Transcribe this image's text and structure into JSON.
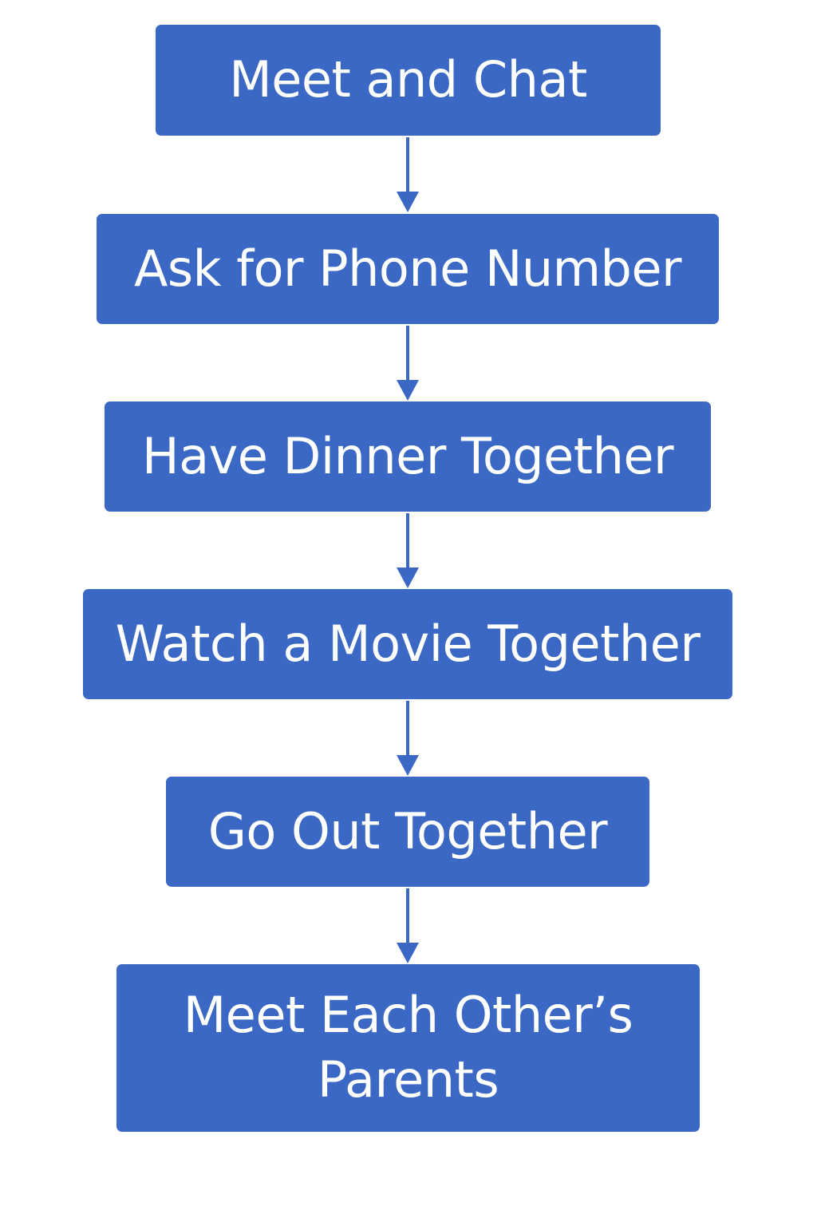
{
  "colors": {
    "box_fill": "#3a68c4",
    "box_text": "#ffffff",
    "arrow": "#3a68c4",
    "background": "#ffffff"
  },
  "flowchart": {
    "steps": [
      {
        "label": "Meet and Chat"
      },
      {
        "label": "Ask for Phone Number"
      },
      {
        "label": "Have Dinner Together"
      },
      {
        "label": "Watch a Movie Together"
      },
      {
        "label": "Go Out Together"
      },
      {
        "label": "Meet Each Other’s Parents"
      }
    ]
  }
}
